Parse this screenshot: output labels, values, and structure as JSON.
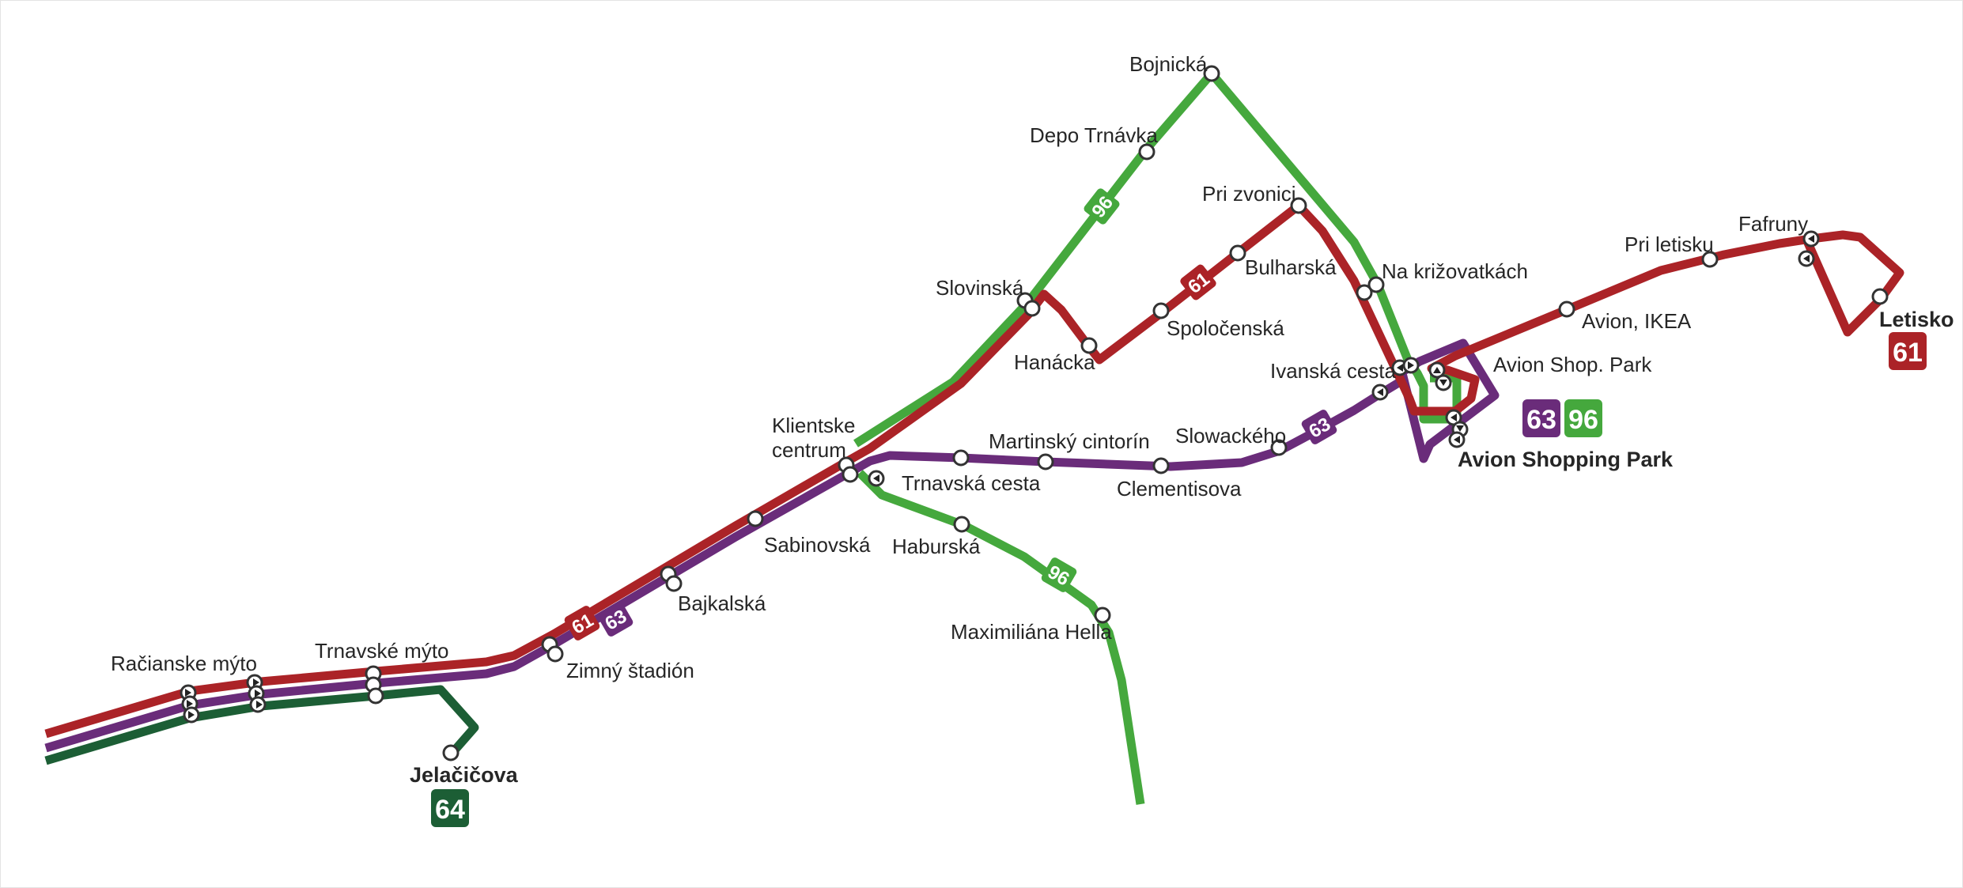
{
  "colors": {
    "line61": "#ab2327",
    "line63": "#6a2c7a",
    "line64": "#1c5e35",
    "line96": "#45a83d",
    "stop_fill": "#ffffff",
    "stop_stroke": "#333333",
    "text": "#262626"
  },
  "lines": {
    "l61": "61",
    "l63": "63",
    "l64": "64",
    "l96": "96"
  },
  "stops": {
    "racianske_myto": "Račianske mýto",
    "trnavske_myto": "Trnavské mýto",
    "zimny_stadion": "Zimný štadión",
    "bajkalska": "Bajkalská",
    "sabinovska": "Sabinovská",
    "klientske_centrum_1": "Klientske",
    "klientske_centrum_2": "centrum",
    "trnavska_cesta": "Trnavská cesta",
    "haburska": "Haburská",
    "maximiliana_hella": "Maximiliána Hella",
    "martinsky_cintorin": "Martinský cintorín",
    "clementisova": "Clementisova",
    "slowackeho": "Slowackého",
    "ivanska_cesta": "Ivanská cesta",
    "avion_shop_park": "Avion Shop. Park",
    "avion_shopping_park": "Avion Shopping Park",
    "avion_ikea": "Avion, IKEA",
    "pri_letisku": "Pri letisku",
    "fafruny": "Fafruny",
    "letisko": "Letisko",
    "slovinska": "Slovinská",
    "hanacka": "Hanácka",
    "spolocenska": "Spoločenská",
    "bulharska": "Bulharská",
    "pri_zvonici": "Pri zvonici",
    "na_krizovatkach": "Na križovatkách",
    "depo_trnavka": "Depo Trnávka",
    "bojnicka": "Bojnická",
    "jelacicova": "Jelačičova"
  }
}
